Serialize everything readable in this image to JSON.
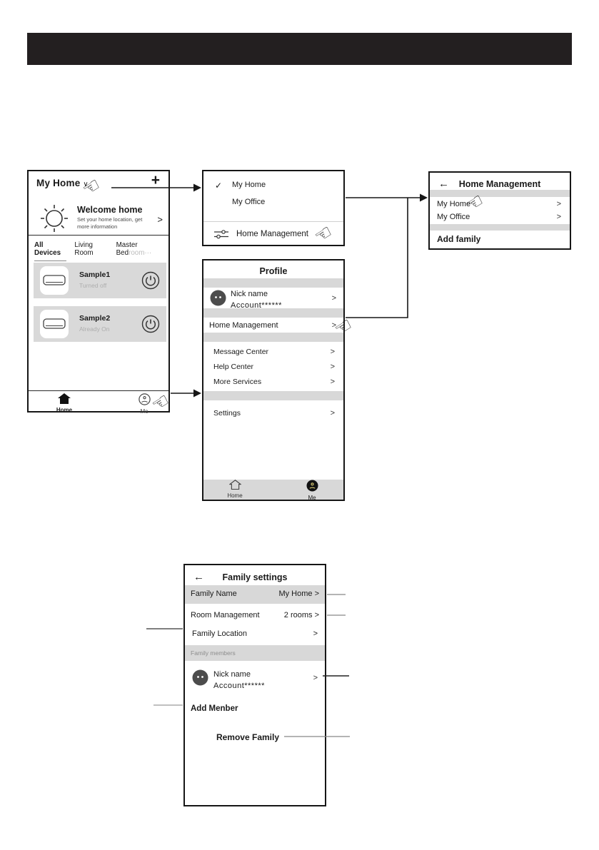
{
  "glyphs": {
    "check": "✓",
    "chevron": ">",
    "back": "←",
    "plus": "+",
    "caret_down": "∨",
    "hand": "☜"
  },
  "home_screen": {
    "title": "My Home",
    "welcome": {
      "title": "Welcome home",
      "subtitle": "Set your home location, get more information",
      "chevron": ">"
    },
    "tabs": [
      {
        "label": "All Devices"
      },
      {
        "label": "Living Room"
      },
      {
        "label": "Master Bed",
        "suffix": "room···"
      }
    ],
    "devices": [
      {
        "name": "Sample1",
        "status": "Turned off"
      },
      {
        "name": "Sample2",
        "status": "Already On"
      }
    ],
    "nav": {
      "home": "Home",
      "me": "Me"
    }
  },
  "home_popup": {
    "items": [
      {
        "label": "My Home",
        "checked": true
      },
      {
        "label": "My Office"
      }
    ],
    "management_label": "Home Management"
  },
  "profile_screen": {
    "title": "Profile",
    "account": {
      "name": "Nick name",
      "account": "Account******"
    },
    "home_management": "Home Management",
    "menu": [
      {
        "label": "Message Center"
      },
      {
        "label": "Help Center"
      },
      {
        "label": "More Services"
      }
    ],
    "settings": "Settings",
    "nav": {
      "home": "Home",
      "me": "Me"
    }
  },
  "home_management_screen": {
    "title": "Home Management",
    "items": [
      {
        "label": "My Home"
      },
      {
        "label": "My  Office"
      }
    ],
    "add_family": "Add family"
  },
  "family_settings_screen": {
    "title": "Family settings",
    "rows": [
      {
        "label": "Family Name",
        "value": "My Home >"
      },
      {
        "label": "Room Management",
        "value": "2 rooms >"
      },
      {
        "label": "Family Location",
        "value": ">"
      }
    ],
    "members_header": "Family members",
    "member": {
      "name": "Nick name",
      "account": "Account******"
    },
    "add_member": "Add Menber",
    "remove_family": "Remove Family"
  }
}
